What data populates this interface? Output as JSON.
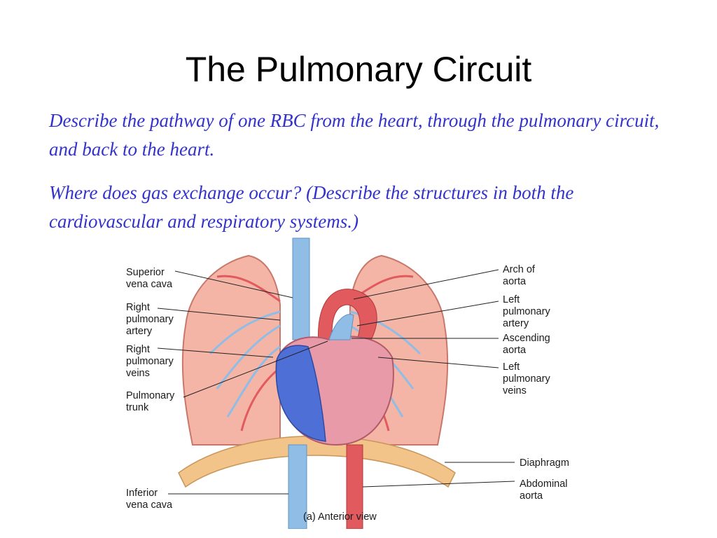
{
  "slide": {
    "title": "The Pulmonary Circuit",
    "questions": [
      "Describe the pathway of one RBC from the heart, through the pulmonary circuit, and back to the heart.",
      "Where does gas exchange occur? (Describe the structures in both the cardiovascular and respiratory systems.)"
    ]
  },
  "diagram": {
    "caption": "(a) Anterior view",
    "labels_left": [
      [
        "Superior",
        "vena cava"
      ],
      [
        "Right",
        "pulmonary",
        "artery"
      ],
      [
        "Right",
        "pulmonary",
        "veins"
      ],
      [
        "Pulmonary",
        "trunk"
      ],
      [
        "Inferior",
        "vena cava"
      ]
    ],
    "labels_right": [
      [
        "Arch of",
        "aorta"
      ],
      [
        "Left",
        "pulmonary",
        "artery"
      ],
      [
        "Ascending",
        "aorta"
      ],
      [
        "Left",
        "pulmonary",
        "veins"
      ],
      [
        "Diaphragm"
      ],
      [
        "Abdominal",
        "aorta"
      ]
    ],
    "colors": {
      "lung": "#f4b4a6",
      "lung_edge": "#c8786a",
      "vein_blue": "#8fbde6",
      "artery_red": "#e05a5e",
      "deoxy_chamber": "#4d6fd6",
      "oxy_chamber": "#e89aa8",
      "diaphragm": "#f2c48a",
      "question_text": "#3333cc"
    }
  }
}
